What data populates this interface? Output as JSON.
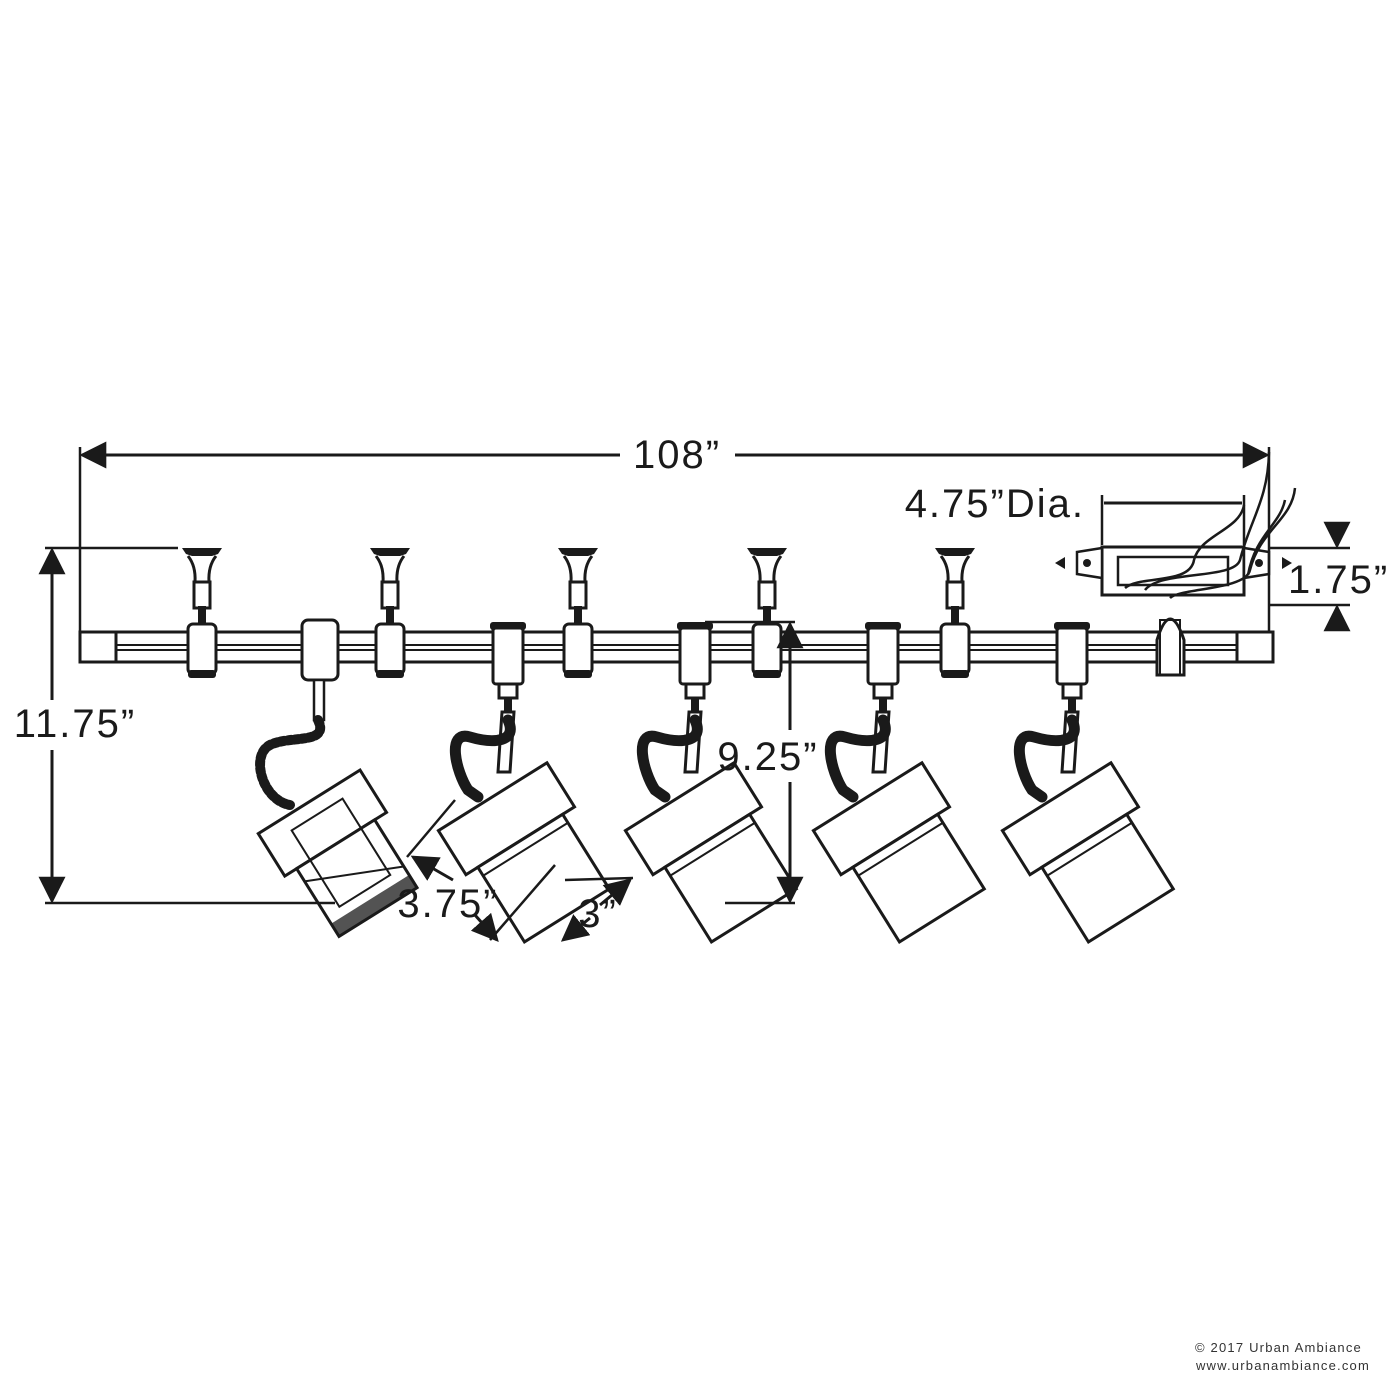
{
  "dimensions": {
    "overall_length": "108”",
    "canopy_diameter": "4.75”Dia.",
    "canopy_height": "1.75”",
    "overall_height": "11.75”",
    "head_drop": "9.25”",
    "head_length": "3.75”",
    "head_diameter": "3”"
  },
  "copyright": {
    "line1": "© 2017 Urban Ambiance",
    "line2": "www.urbanambiance.com"
  },
  "colors": {
    "line": "#1a1a1a",
    "background": "#ffffff"
  }
}
